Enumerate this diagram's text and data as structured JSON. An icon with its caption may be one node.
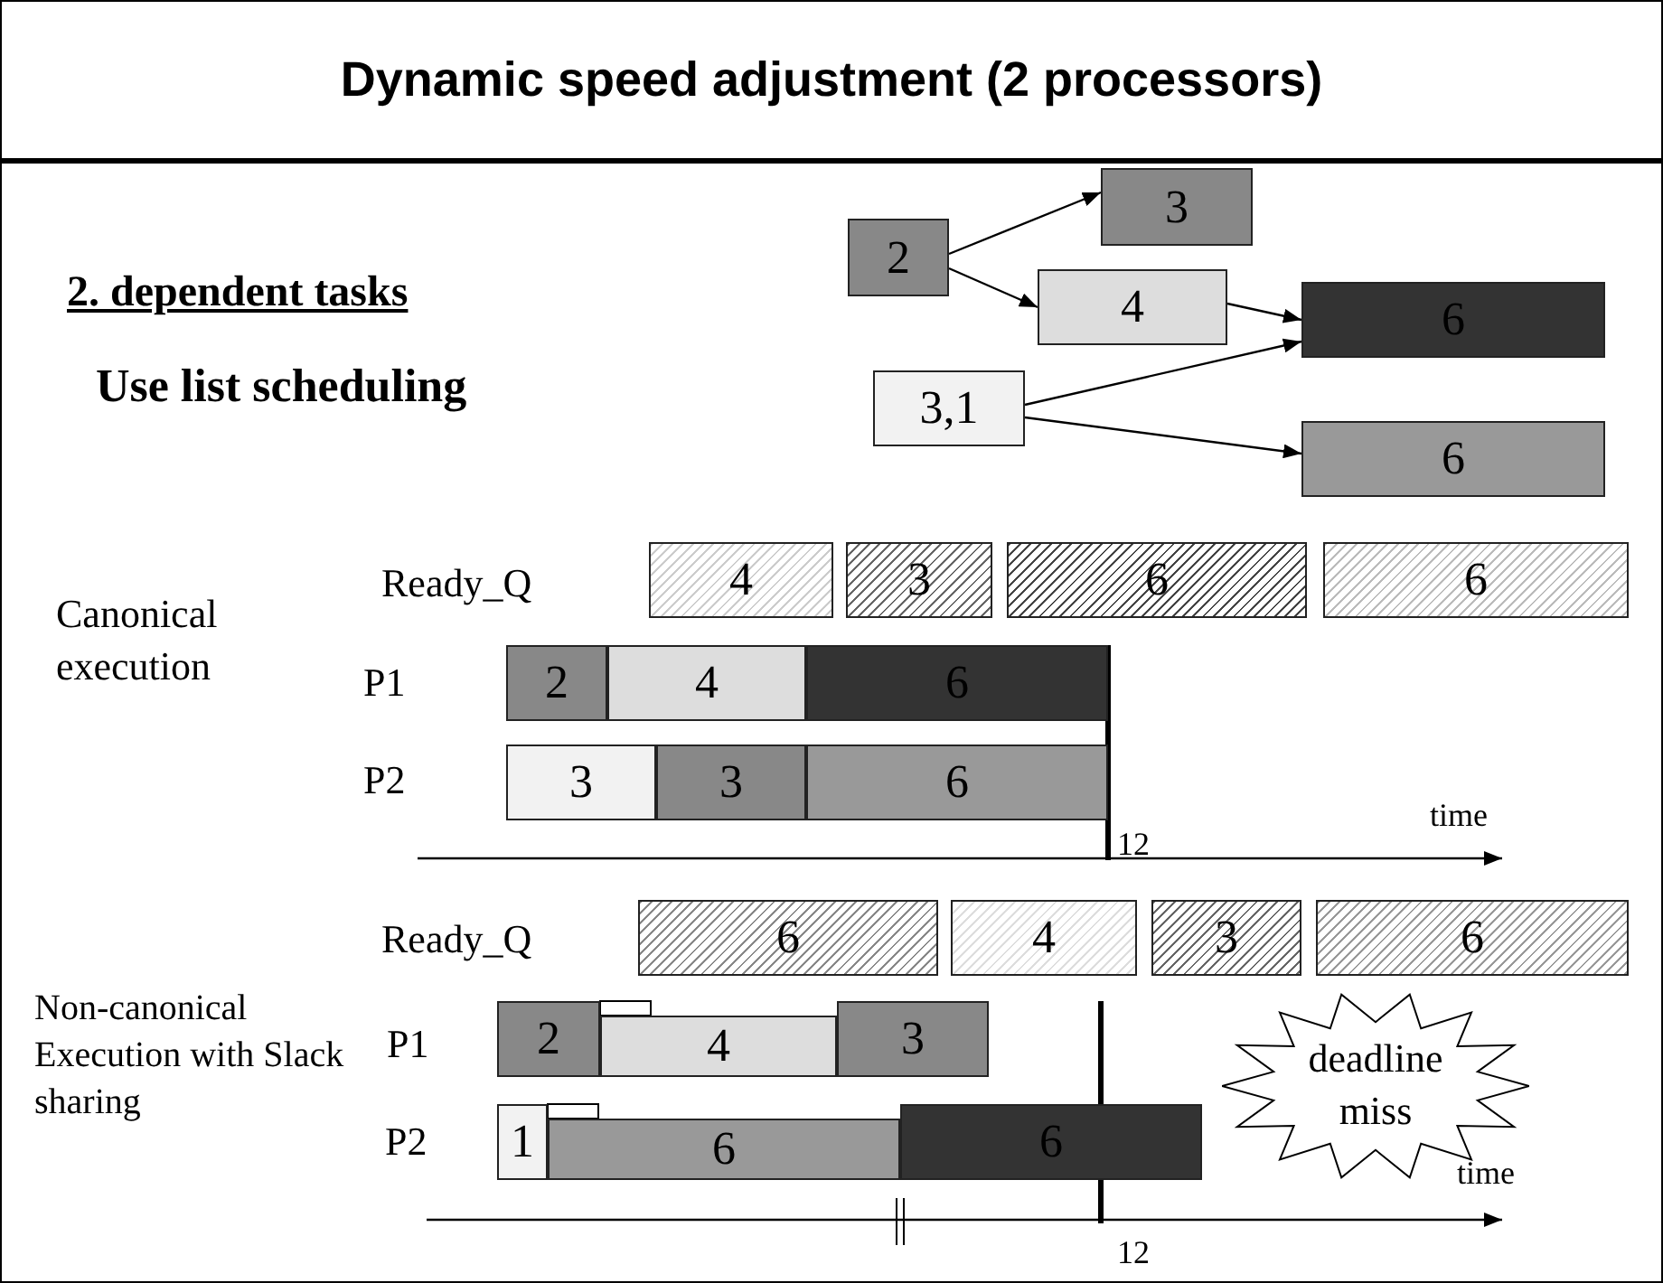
{
  "diagram": {
    "title": "Dynamic speed adjustment (2 processors)",
    "nodes": [
      {
        "text": [
          "2"
        ]
      },
      {
        "text": [
          "3"
        ]
      },
      {
        "text": [
          "4"
        ]
      },
      {
        "text": [
          "6"
        ]
      },
      {
        "text": [
          "3,1"
        ]
      },
      {
        "text": [
          "6"
        ]
      },
      {
        "text": [
          "4"
        ]
      },
      {
        "text": [
          "3"
        ]
      },
      {
        "text": [
          "6"
        ]
      },
      {
        "text": [
          "6"
        ]
      },
      {
        "text": [
          "2"
        ]
      },
      {
        "text": [
          "4"
        ]
      },
      {
        "text": [
          "6"
        ]
      },
      {
        "text": [
          "3"
        ]
      },
      {
        "text": [
          "3"
        ]
      },
      {
        "text": [
          "6"
        ]
      },
      {
        "text": [
          "6"
        ]
      },
      {
        "text": [
          "4"
        ]
      },
      {
        "text": [
          "3"
        ]
      },
      {
        "text": [
          "6"
        ]
      },
      {
        "text": [
          "2"
        ]
      },
      {
        "text": [
          "4"
        ]
      },
      {
        "text": [
          "3"
        ]
      },
      {
        "text": [
          "1"
        ]
      },
      {
        "text": [
          "6"
        ]
      },
      {
        "text": [
          "6"
        ]
      },
      {
        "text": [
          "deadline miss"
        ]
      }
    ],
    "edges": [
      {
        "from": 0,
        "to": 1,
        "arrow": "to"
      },
      {
        "from": 0,
        "to": 2,
        "arrow": "to"
      },
      {
        "from": 2,
        "to": 3,
        "arrow": "to"
      },
      {
        "from": 4,
        "to": 3,
        "arrow": "to"
      },
      {
        "from": 4,
        "to": 5,
        "arrow": "to"
      }
    ],
    "labels": [
      "2. dependent tasks",
      "Use list scheduling",
      "Ready_Q",
      "Canonical execution",
      "P1",
      "P2",
      "time",
      "12",
      "Ready_Q",
      "Non-canonical Execution with Slack sharing",
      "P1",
      "P2",
      "time",
      "12"
    ]
  }
}
